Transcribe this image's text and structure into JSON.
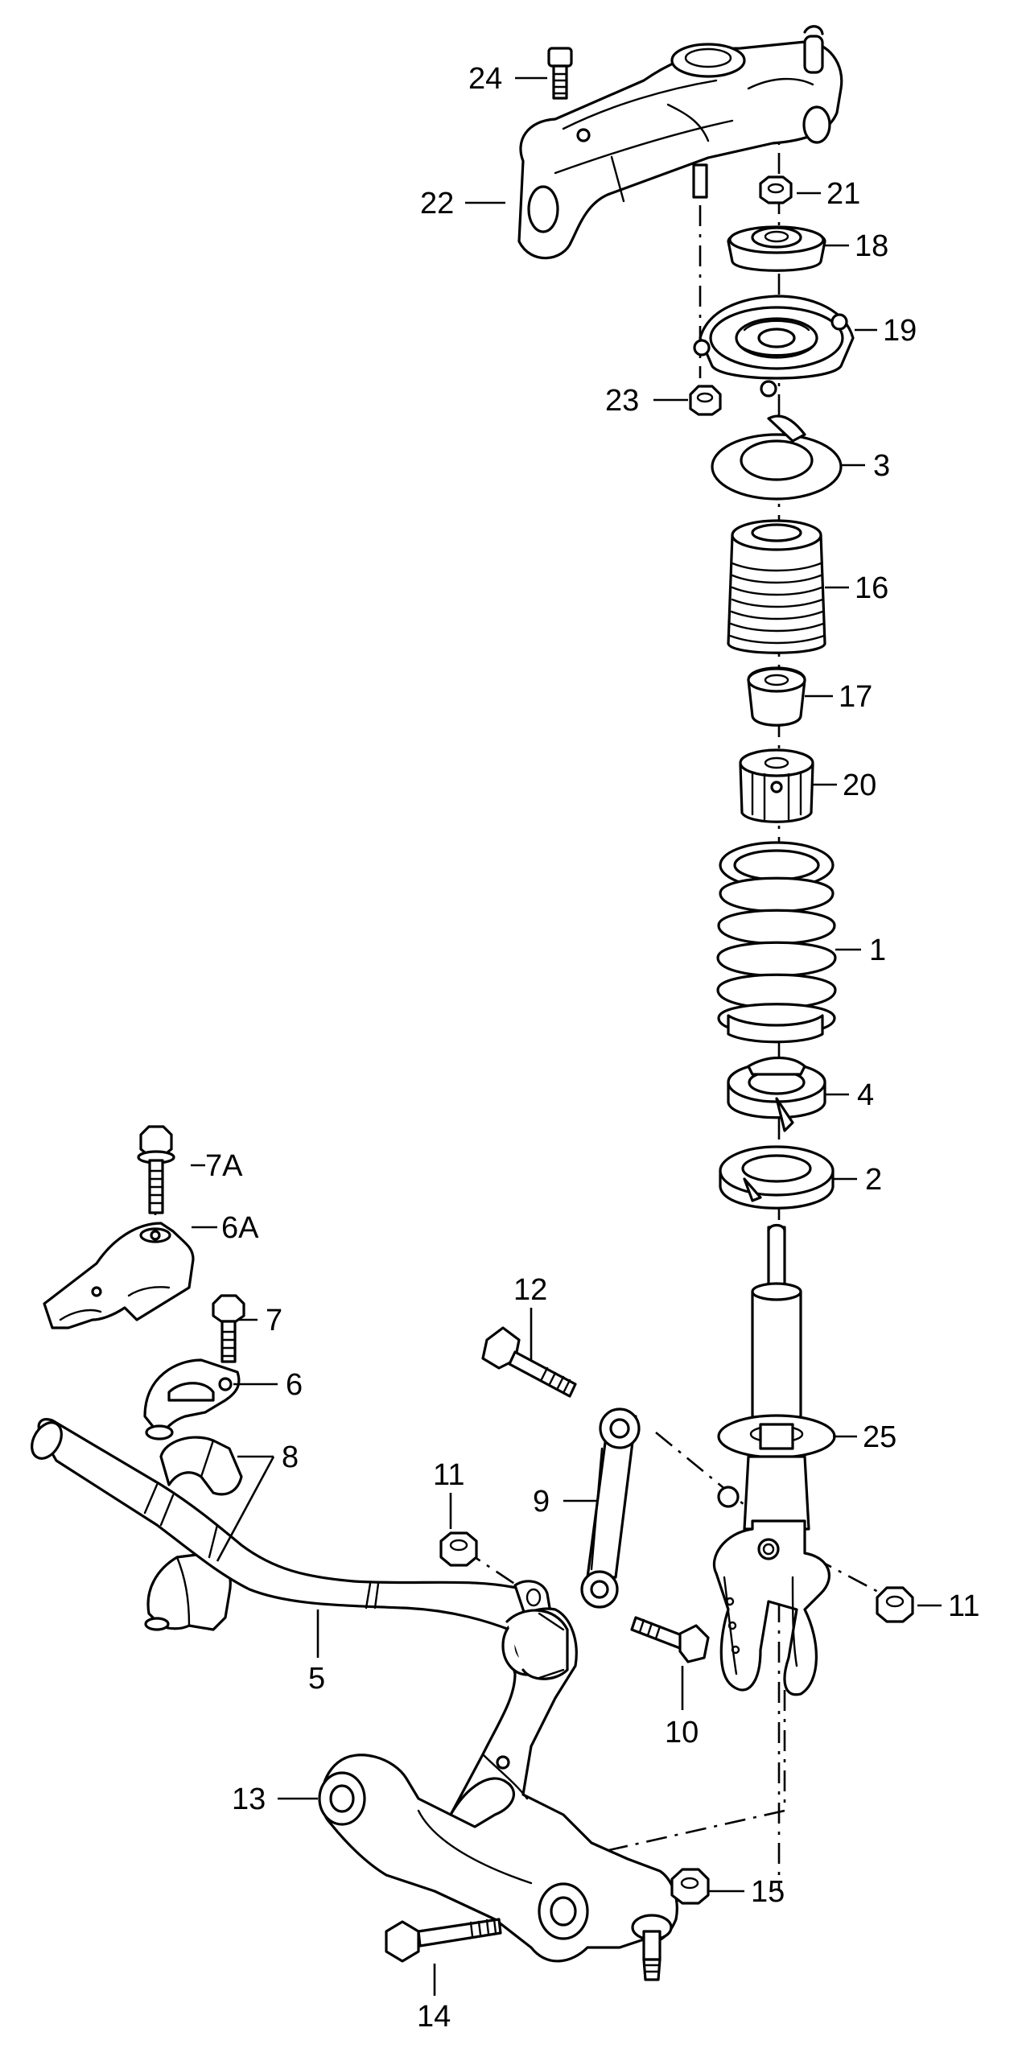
{
  "callouts": {
    "c1": "1",
    "c2": "2",
    "c3": "3",
    "c4": "4",
    "c5": "5",
    "c6": "6",
    "c6a": "6A",
    "c7": "7",
    "c7a": "7A",
    "c8": "8",
    "c9": "9",
    "c10": "10",
    "c11_left": "11",
    "c11_right": "11",
    "c12": "12",
    "c13": "13",
    "c14": "14",
    "c15": "15",
    "c16": "16",
    "c17": "17",
    "c18": "18",
    "c19": "19",
    "c20": "20",
    "c21": "21",
    "c22": "22",
    "c23": "23",
    "c24": "24",
    "c25": "25"
  }
}
